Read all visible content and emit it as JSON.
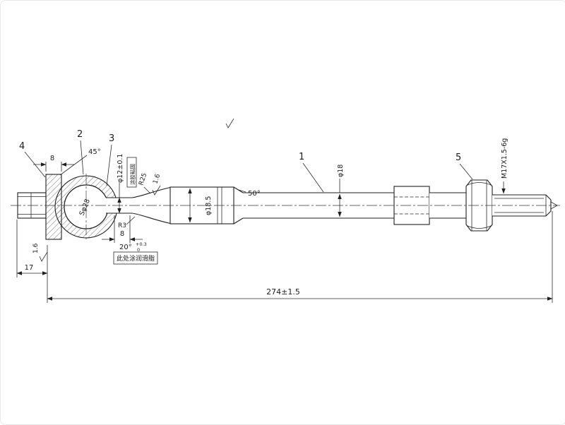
{
  "drawing": {
    "callouts": {
      "n1": "1",
      "n2": "2",
      "n3": "3",
      "n4": "4",
      "n5": "5"
    },
    "dims": {
      "overall": "274±1.5",
      "stub": "17",
      "flange_w": "8",
      "neck_w": "8",
      "ball": "Sφ28",
      "bore": "φ12±0.1",
      "shaft": "φ18",
      "collar": "φ18.5",
      "thread": "M17X1.5-6g",
      "r25": "R25",
      "r3": "R3",
      "a45": "45°",
      "a50": "50°",
      "a20": "20°",
      "a20_up": "+0.3",
      "a20_dn": "0",
      "ra_taper": "1.6",
      "ra_housing": "1.6"
    },
    "notes": {
      "grease": "此处涂润滑脂",
      "adhesive": "涂胶粘固"
    }
  }
}
